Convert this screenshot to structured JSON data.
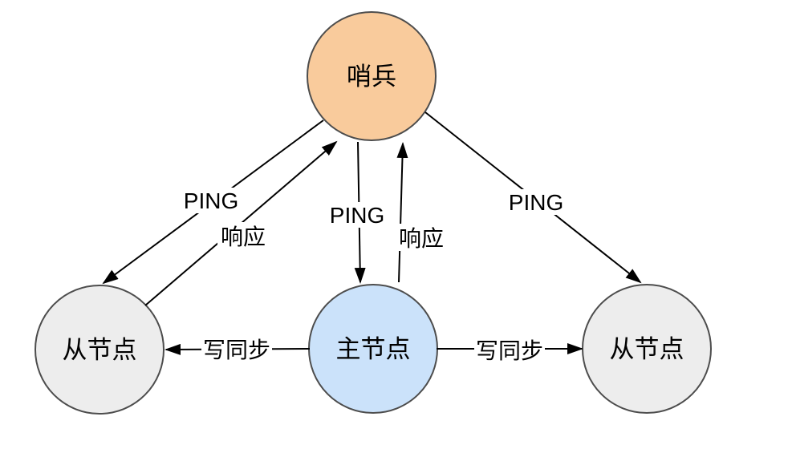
{
  "diagram": {
    "background_color": "#ffffff",
    "edge_color": "#000000",
    "node_stroke_color": "#4d4d4d",
    "text_color": "#000000",
    "nodes": {
      "sentinel": {
        "label": "哨兵",
        "fill": "#f9cb9c"
      },
      "slave_left": {
        "label": "从节点",
        "fill": "#ededed"
      },
      "master": {
        "label": "主节点",
        "fill": "#cbe2fa"
      },
      "slave_right": {
        "label": "从节点",
        "fill": "#ededed"
      }
    },
    "edges": {
      "ping_left": {
        "label": "PING",
        "from": "sentinel",
        "to": "slave_left"
      },
      "resp_left": {
        "label": "响应",
        "from": "slave_left",
        "to": "sentinel"
      },
      "ping_middle": {
        "label": "PING",
        "from": "sentinel",
        "to": "master"
      },
      "resp_middle": {
        "label": "响应",
        "from": "master",
        "to": "sentinel"
      },
      "ping_right": {
        "label": "PING",
        "from": "sentinel",
        "to": "slave_right"
      },
      "sync_left": {
        "label": "写同步",
        "from": "master",
        "to": "slave_left"
      },
      "sync_right": {
        "label": "写同步",
        "from": "master",
        "to": "slave_right"
      }
    }
  }
}
